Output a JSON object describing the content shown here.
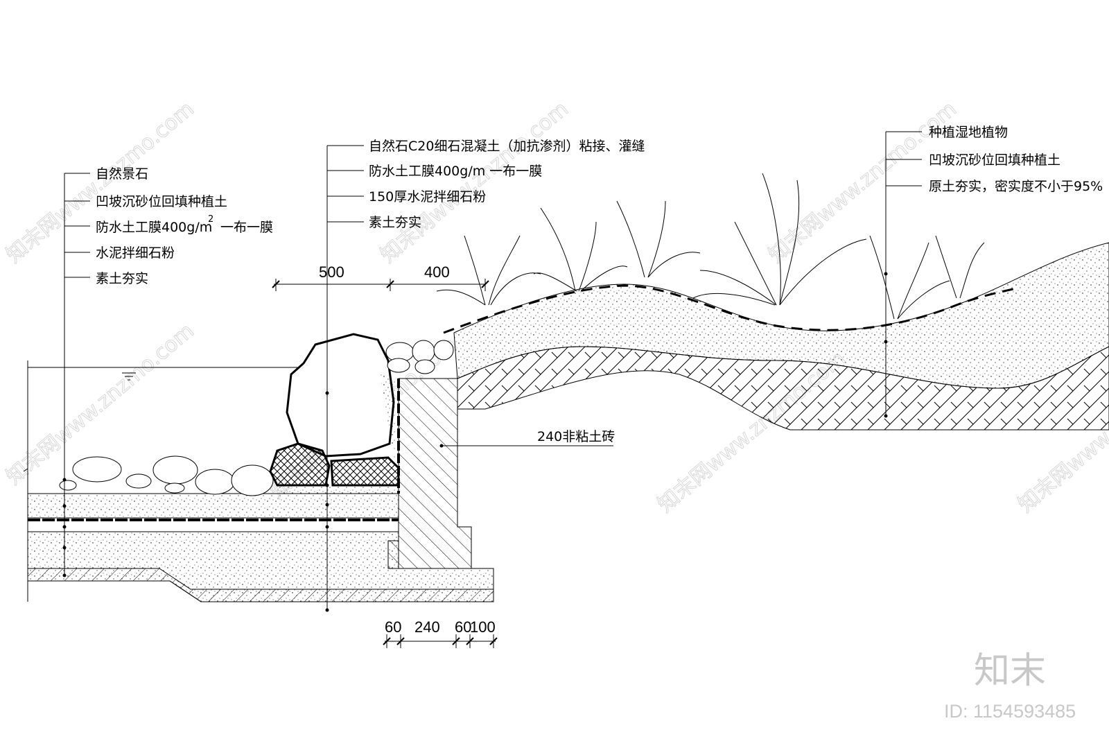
{
  "left_labels": [
    "自然景石",
    "凹坡沉砂位回填种植土",
    "防水土工膜400g/m",
    "2",
    "一布一膜",
    "水泥拌细石粉",
    "素土夯实"
  ],
  "middle_labels": [
    "自然石C20细石混凝土（加抗渗剂）粘接、灌缝",
    "防水土工膜400g/m  一布一膜",
    "150厚水泥拌细石粉",
    "素土夯实"
  ],
  "right_labels": [
    "种植湿地植物",
    "凹坡沉砂位回填种植土",
    "原土夯实，密实度不小于95%"
  ],
  "wall_label": "240非粘土砖",
  "dims_top": [
    "500",
    "400"
  ],
  "dims_bottom": [
    "60",
    "240",
    "60",
    "100"
  ],
  "watermark": {
    "brand": "知末",
    "id": "ID: 1154593485",
    "diag": "知末网www.znzmo.com"
  }
}
